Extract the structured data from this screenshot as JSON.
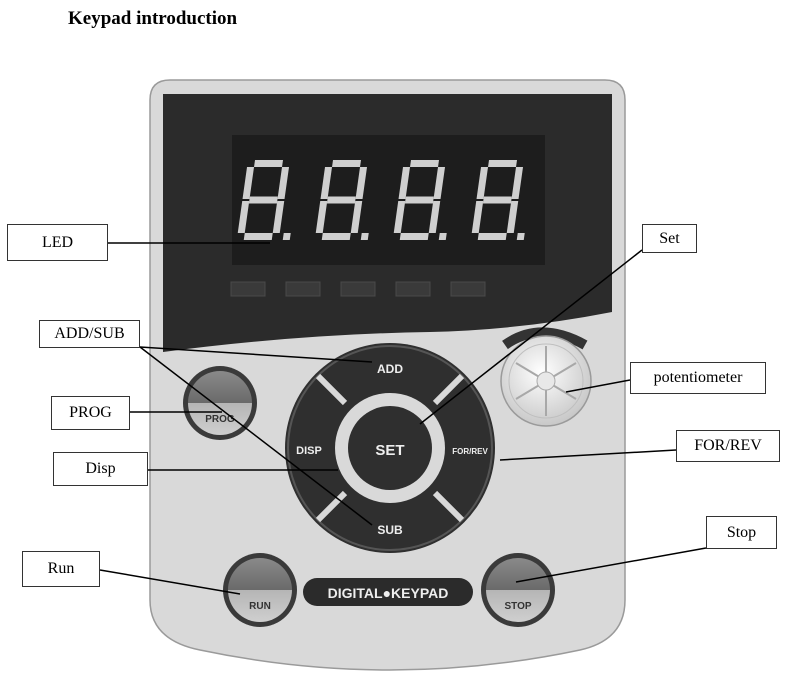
{
  "heading": "Keypad introduction",
  "display": {
    "digits": [
      "8.",
      "8.",
      "8.",
      "8."
    ]
  },
  "keys": {
    "add": "ADD",
    "sub": "SUB",
    "disp": "DISP",
    "for_rev": "FOR/REV",
    "set": "SET",
    "prog": "PROG",
    "run": "RUN",
    "stop": "STOP"
  },
  "brand_badge": "DIGITAL●KEYPAD",
  "callouts": {
    "led": "LED",
    "set": "Set",
    "add_sub": "ADD/SUB",
    "prog": "PROG",
    "disp": "Disp",
    "potentiometer": "potentiometer",
    "for_rev": "FOR/REV",
    "stop": "Stop",
    "run": "Run"
  },
  "colors": {
    "display_bg": "#2b2b2b",
    "panel_bg": "#d9d9d9",
    "keypad_ring": "#2f2f2f",
    "segment_on": "#cfcfcf"
  }
}
